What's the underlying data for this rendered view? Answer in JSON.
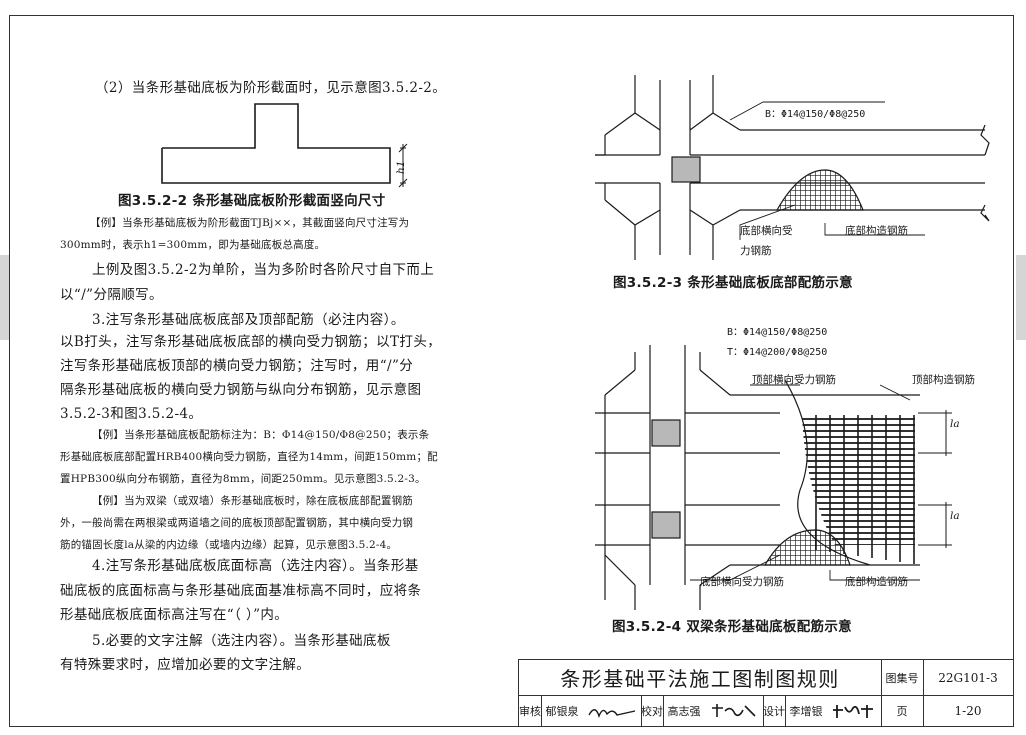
{
  "text": {
    "p1": "（2）当条形基础底板为阶形截面时，见示意图3.5.2-2。",
    "fig2_caption": "图3.5.2-2 条形基础底板阶形截面竖向尺寸",
    "fig2_dim": "h1",
    "ex1_a": "【例】当条形基础底板为阶形截面TJBj××，其截面竖向尺寸注写为",
    "ex1_b": "300mm时，表示h1=300mm，即为基础底板总高度。",
    "p2_a": "上例及图3.5.2-2为单阶，当为多阶时各阶尺寸自下而上",
    "p2_b": "以“/”分隔顺写。",
    "p3_a": "3.注写条形基础底板底部及顶部配筋（必注内容）。",
    "p3_b": "以B打头，注写条形基础底板底部的横向受力钢筋；以T打头，",
    "p3_c": "注写条形基础底板顶部的横向受力钢筋；注写时，用“/”分",
    "p3_d": "隔条形基础底板的横向受力钢筋与纵向分布钢筋，见示意图",
    "p3_e": "3.5.2-3和图3.5.2-4。",
    "ex2_a": "【例】当条形基础底板配筋标注为：B：Φ14@150/Φ8@250；表示条",
    "ex2_b": "形基础底板底部配置HRB400横向受力钢筋，直径为14mm，间距150mm；配",
    "ex2_c": "置HPB300纵向分布钢筋，直径为8mm，间距250mm。见示意图3.5.2-3。",
    "ex3_a": "【例】当为双梁（或双墙）条形基础底板时，除在底板底部配置钢筋",
    "ex3_b": "外，一般尚需在两根梁或两道墙之间的底板顶部配置钢筋，其中横向受力钢",
    "ex3_c": "筋的锚固长度la从梁的内边缘（或墙内边缘）起算，见示意图3.5.2-4。",
    "p4_a": "4.注写条形基础底板底面标高（选注内容）。当条形基",
    "p4_b": "础底板的底面标高与条形基础底面基准标高不同时，应将条",
    "p4_c": "形基础底板底面标高注写在“（ ）”内。",
    "p5_a": "5.必要的文字注解（选注内容）。当条形基础底板",
    "p5_b": "有特殊要求时，应增加必要的文字注解。"
  },
  "fig3": {
    "rebar_label": "B：Φ14@150/Φ8@250",
    "label_left_a": "底部横向受",
    "label_left_b": "力钢筋",
    "label_right": "底部构造钢筋",
    "caption": "图3.5.2-3 条形基础底板底部配筋示意"
  },
  "fig4": {
    "rebar_label_b": "B：Φ14@150/Φ8@250",
    "rebar_label_t": "T：Φ14@200/Φ8@250",
    "label_top_left": "顶部横向受力钢筋",
    "label_top_right": "顶部构造钢筋",
    "dim_la": "la",
    "label_bottom_left": "底部横向受力钢筋",
    "label_bottom_right": "底部构造钢筋",
    "caption": "图3.5.2-4 双梁条形基础底板配筋示意"
  },
  "title_block": {
    "title": "条形基础平法施工图制图规则",
    "atlas_label": "图集号",
    "atlas_no": "22G101-3",
    "review_label": "审核",
    "reviewer": "郁银泉",
    "reviewer_sig": "郁银泉",
    "check_label": "校对",
    "checker": "高志强",
    "checker_sig": "高志强",
    "design_label": "设计",
    "designer": "李增银",
    "designer_sig": "李增银",
    "page_label": "页",
    "page_no": "1-20"
  },
  "colors": {
    "ink": "#1a1a1a",
    "column_fill": "#b8b8b8",
    "edge_tab": "#d5d5d5"
  }
}
